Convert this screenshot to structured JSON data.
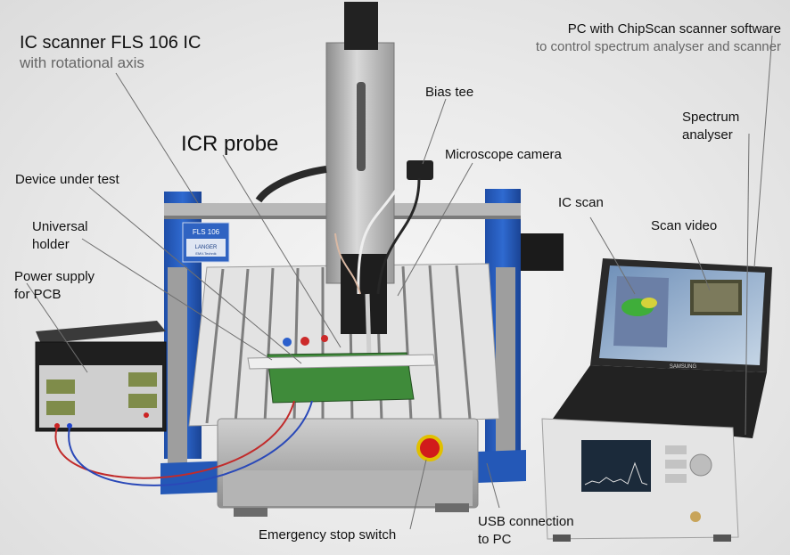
{
  "labels": {
    "ic_scanner_title": "IC scanner FLS 106 IC",
    "ic_scanner_sub": "with rotational axis",
    "icr_probe": "ICR probe",
    "bias_tee": "Bias tee",
    "microscope_camera": "Microscope camera",
    "device_under_test": "Device under test",
    "universal_holder_1": "Universal",
    "universal_holder_2": "holder",
    "power_supply_1": "Power supply",
    "power_supply_2": "for PCB",
    "pc_title": "PC with ChipScan scanner software",
    "pc_sub": "to control spectrum analyser and scanner",
    "spectrum_analyser_1": "Spectrum",
    "spectrum_analyser_2": "analyser",
    "ic_scan": "IC scan",
    "scan_video": "Scan video",
    "emergency_stop": "Emergency stop switch",
    "usb_1": "USB connection",
    "usb_2": "to PC"
  },
  "device_text": {
    "plate_model": "FLS 106",
    "plate_brand": "LANGER",
    "plate_brand_sub": "EMV-Technik",
    "laptop_brand": "SAMSUNG"
  }
}
